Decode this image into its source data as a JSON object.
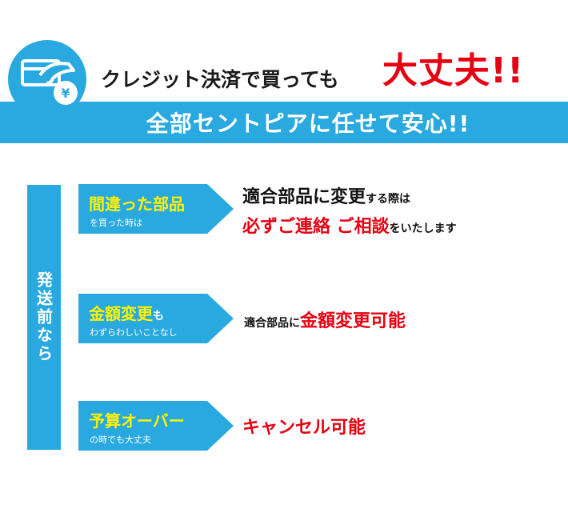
{
  "header": {
    "headline": "クレジット決済で買っても",
    "headline_emphasis": "大丈夫!!",
    "banner": "全部セントピアに任せて安心!!",
    "card_icon": "credit-card-yen-icon"
  },
  "side_label": "発送前なら",
  "rows": [
    {
      "tag_title": "間違った部品",
      "tag_title_tail": "",
      "tag_sub": "を買った時は",
      "desc_line1_big": "適合部品に変更",
      "desc_line1_small": "する際は",
      "desc_line2_red": "必ずご連絡 ご相談",
      "desc_line2_small": "をいたします"
    },
    {
      "tag_title": "金額変更",
      "tag_title_tail": "も",
      "tag_sub": "わずらわしいことなし",
      "desc_small": "適合部品に",
      "desc_red": "金額変更可能"
    },
    {
      "tag_title": "予算オーバー",
      "tag_title_tail": "",
      "tag_sub": "の時でも大丈夫",
      "desc_red": "キャンセル可能"
    }
  ],
  "colors": {
    "accent_blue": "#29a9df",
    "emphasis_red": "#e60012",
    "tag_yellow": "#fff200"
  }
}
